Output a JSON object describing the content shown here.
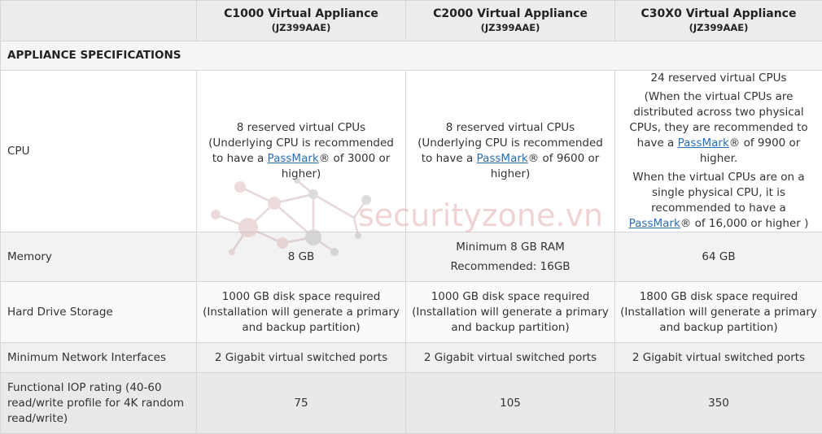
{
  "columns": [
    {
      "name": "C1000 Virtual Appliance",
      "sku": "(JZ399AAE)"
    },
    {
      "name": "C2000 Virtual Appliance",
      "sku": "(JZ399AAE)"
    },
    {
      "name": "C30X0 Virtual Appliance",
      "sku": "(JZ399AAE)"
    }
  ],
  "section": "APPLIANCE SPECIFICATIONS",
  "rows": {
    "cpu": {
      "label": "CPU",
      "c1": {
        "l1": "8 reserved virtual CPUs",
        "l2": "(Underlying CPU is recommended to have a ",
        "link": "PassMark",
        "l3": "® of 3000 or higher)"
      },
      "c2": {
        "l1": "8 reserved virtual CPUs",
        "l2": "(Underlying CPU is recommended to have a ",
        "link": "PassMark",
        "l3": "® of 9600 or higher)"
      },
      "c3": {
        "l1": "24 reserved virtual CPUs",
        "p1": "(When the virtual CPUs are distributed across two physical CPUs, they are recommended to have a ",
        "link1": "PassMark",
        "p1b": "® of 9900 or higher.",
        "p2": "When the virtual CPUs are on a single physical CPU, it is recommended to have a ",
        "link2": "PassMark",
        "p2b": "® of 16,000 or higher )"
      }
    },
    "memory": {
      "label": "Memory",
      "c1": "8 GB",
      "c2a": "Minimum 8 GB RAM",
      "c2b": "Recommended: 16GB",
      "c3": "64 GB"
    },
    "storage": {
      "label": "Hard Drive Storage",
      "c1": "1000 GB disk space required",
      "c2": "1000 GB disk space required",
      "c3": "1800 GB disk space required",
      "note": "(Installation will generate a primary and backup partition)"
    },
    "network": {
      "label": "Minimum Network Interfaces",
      "value": "2 Gigabit virtual switched ports"
    },
    "iop": {
      "label": "Functional IOP rating (40-60 read/write profile for 4K random read/write)",
      "c1": "75",
      "c2": "105",
      "c3": "350"
    }
  },
  "watermark": "securityzone.vn"
}
